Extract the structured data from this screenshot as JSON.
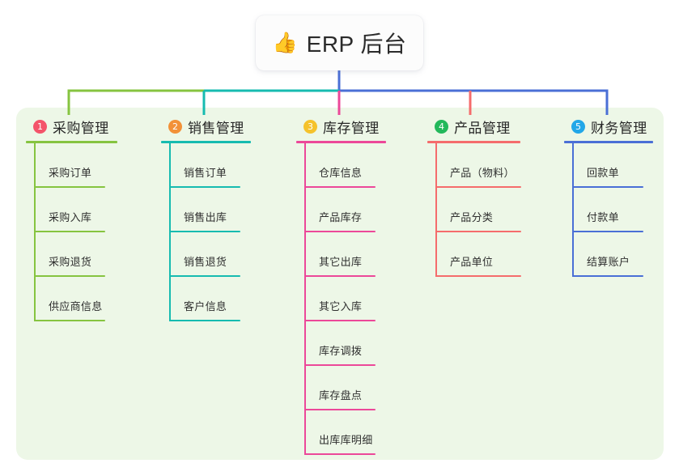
{
  "root": {
    "emoji": "👍",
    "emoji_name": "thumbs-up-emoji",
    "title": "ERP 后台"
  },
  "theme": {
    "panel_background": "#EDF7E7",
    "page_background": "#FFFFFF",
    "root_card_background": "#FCFCFC",
    "text_color": "#262626"
  },
  "branches": [
    {
      "number": "1",
      "title": "采购管理",
      "badge_color": "#F4536A",
      "line_color": "#86C440",
      "items": [
        {
          "label": "采购订单"
        },
        {
          "label": "采购入库"
        },
        {
          "label": "采购退货"
        },
        {
          "label": "供应商信息"
        }
      ]
    },
    {
      "number": "2",
      "title": "销售管理",
      "badge_color": "#F29138",
      "line_color": "#16BBB0",
      "items": [
        {
          "label": "销售订单"
        },
        {
          "label": "销售出库"
        },
        {
          "label": "销售退货"
        },
        {
          "label": "客户信息"
        }
      ]
    },
    {
      "number": "3",
      "title": "库存管理",
      "badge_color": "#F5C22B",
      "line_color": "#EC4899",
      "items": [
        {
          "label": "仓库信息"
        },
        {
          "label": "产品库存"
        },
        {
          "label": "其它出库"
        },
        {
          "label": "其它入库"
        },
        {
          "label": "库存调拨"
        },
        {
          "label": "库存盘点"
        },
        {
          "label": "出库库明细"
        }
      ]
    },
    {
      "number": "4",
      "title": "产品管理",
      "badge_color": "#23B85B",
      "line_color": "#F56C6C",
      "items": [
        {
          "label": "产品（物料）"
        },
        {
          "label": "产品分类"
        },
        {
          "label": "产品单位"
        }
      ]
    },
    {
      "number": "5",
      "title": "财务管理",
      "badge_color": "#22A7E8",
      "line_color": "#4A6FD6",
      "items": [
        {
          "label": "回款单"
        },
        {
          "label": "付款单"
        },
        {
          "label": "结算账户"
        }
      ]
    }
  ]
}
